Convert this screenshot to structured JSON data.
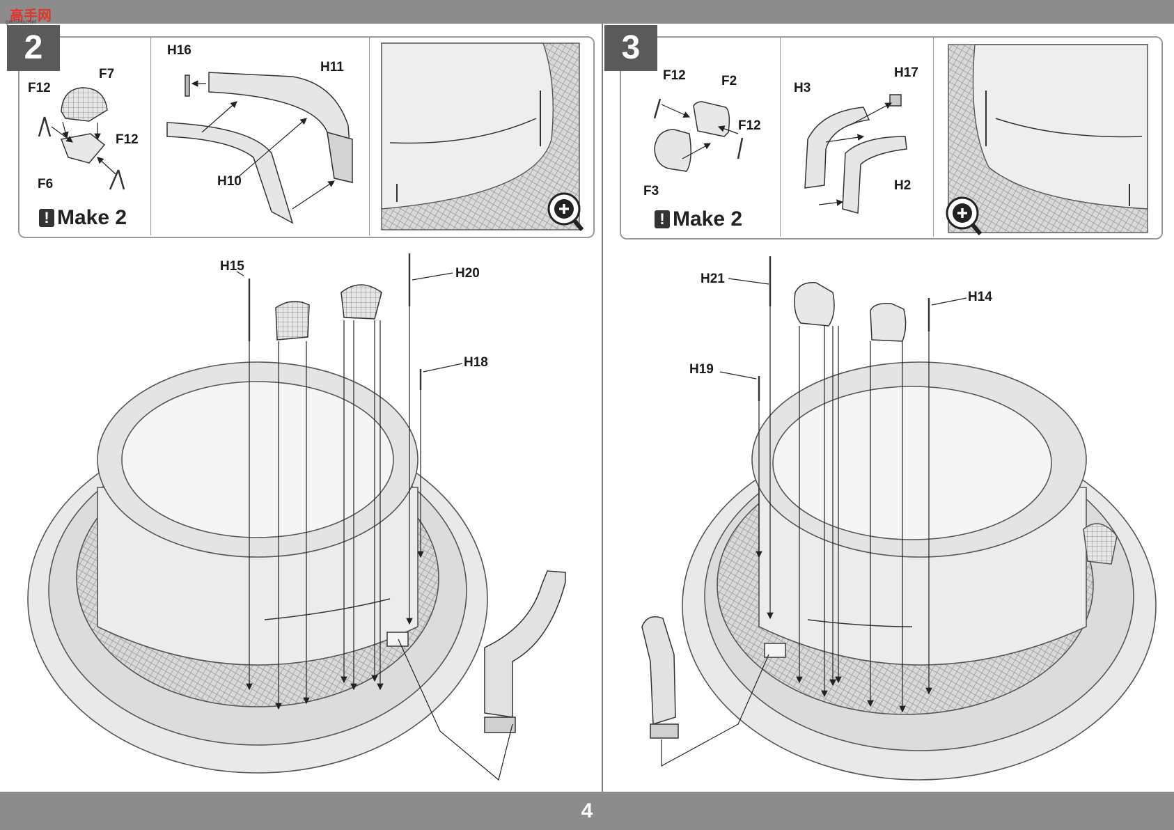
{
  "header": {
    "logo_text": "高手网",
    "logo_sub": "gaoshou.net"
  },
  "page": {
    "number": "4"
  },
  "step2": {
    "step_number": "2",
    "make_note": "Make 2",
    "sub_labels": [
      "F12",
      "F7",
      "F12",
      "F6",
      "H16",
      "H11",
      "H10"
    ],
    "main_labels": [
      "H15",
      "H20",
      "H18"
    ]
  },
  "step3": {
    "step_number": "3",
    "make_note": "Make 2",
    "sub_labels": [
      "F12",
      "F2",
      "F12",
      "F3",
      "H3",
      "H17",
      "H2"
    ],
    "main_labels": [
      "H21",
      "H14",
      "H19"
    ]
  },
  "icons": [
    "zoom-in-icon",
    "warning-icon"
  ],
  "colors": {
    "bar": "#8c8c8c",
    "badge": "#5a5a5a",
    "line": "#333333",
    "part_fill": "#e4e4e4"
  }
}
